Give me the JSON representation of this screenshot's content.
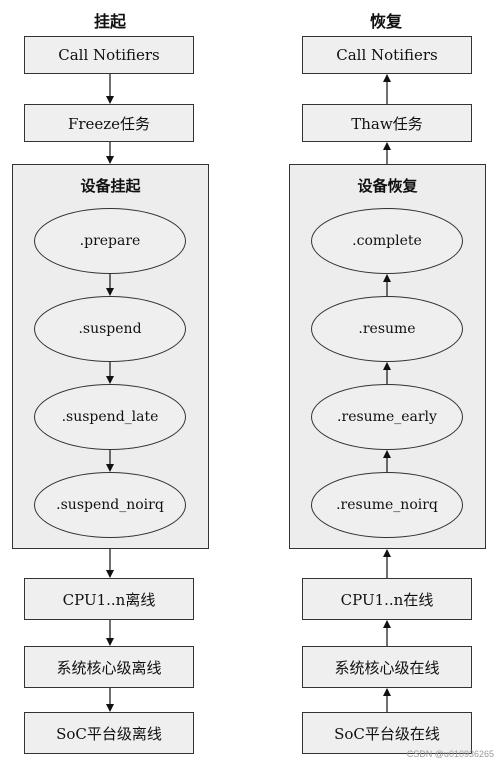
{
  "left": {
    "title": "挂起",
    "steps": [
      "Call Notifiers",
      "Freeze任务"
    ],
    "group_title": "设备挂起",
    "phases": [
      ".prepare",
      ".suspend",
      ".suspend_late",
      ".suspend_noirq"
    ],
    "bottom_steps": [
      "CPU1..n离线",
      "系统核心级离线",
      "SoC平台级离线"
    ]
  },
  "right": {
    "title": "恢复",
    "steps": [
      "Call Notifiers",
      "Thaw任务"
    ],
    "group_title": "设备恢复",
    "phases": [
      ".complete",
      ".resume",
      ".resume_early",
      ".resume_noirq"
    ],
    "bottom_steps": [
      "CPU1..n在线",
      "系统核心级在线",
      "SoC平台级在线"
    ]
  },
  "watermark": "CSDN @u010936265",
  "colors": {
    "box_fill": "#efefef",
    "group_fill": "#ededed",
    "stroke": "#333333"
  }
}
